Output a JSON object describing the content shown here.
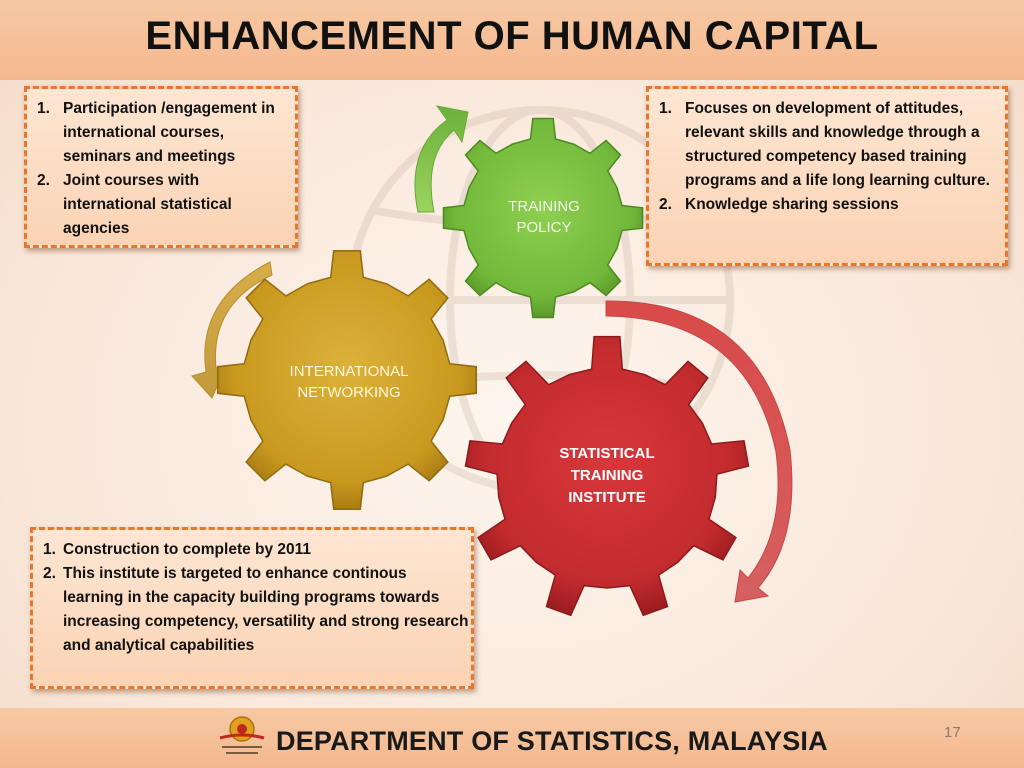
{
  "slide": {
    "title": "ENHANCEMENT OF HUMAN CAPITAL",
    "footer": "DEPARTMENT OF STATISTICS, MALAYSIA",
    "page_number": "17"
  },
  "gears": {
    "training_policy": {
      "line1": "TRAINING",
      "line2": "POLICY",
      "color": "#7cc243"
    },
    "international_networking": {
      "line1": "INTERNATIONAL",
      "line2": "NETWORKING",
      "color": "#d9ad2f"
    },
    "statistical_training_institute": {
      "line1": "STATISTICAL",
      "line2": "TRAINING",
      "line3": "INSTITUTE",
      "color": "#d8373a"
    }
  },
  "boxes": {
    "networking_notes": {
      "items": [
        {
          "num": "1.",
          "text": "Participation /engagement in international courses, seminars and meetings"
        },
        {
          "num": "2.",
          "text": "Joint courses with international statistical agencies"
        }
      ]
    },
    "policy_notes": {
      "items": [
        {
          "num": "1.",
          "text": "Focuses on development of attitudes, relevant skills and knowledge through a structured competency based training programs and a life long learning culture."
        },
        {
          "num": "2.",
          "text": "Knowledge sharing sessions"
        }
      ]
    },
    "institute_notes": {
      "items": [
        {
          "num": "1.",
          "text": "Construction to complete by 2011"
        },
        {
          "num": "2.",
          "text": "This institute is targeted to enhance continous learning  in the capacity building programs towards increasing competency, versatility and strong research and analytical capabilities"
        }
      ]
    }
  },
  "colors": {
    "accent_orange": "#e8762d",
    "header_band": "#f4b88e"
  }
}
